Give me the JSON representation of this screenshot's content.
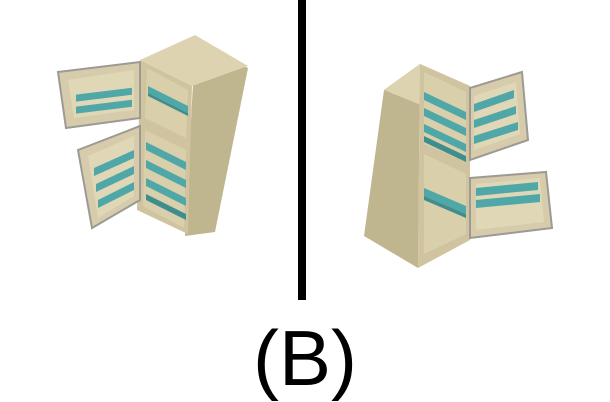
{
  "caption": "(B)",
  "colors": {
    "body": "#c9bf9a",
    "body_dark": "#b3a983",
    "body_light": "#ddd3b0",
    "interior": "#d8cfaa",
    "shelf": "#4fa7a7",
    "shelf_dark": "#3f8e8e",
    "shelf_light": "#7cc7c3",
    "door_inner": "#d6ccab",
    "door_edge": "#9c9a93",
    "divider": "#000000"
  },
  "figures": [
    {
      "name": "left-fridge"
    },
    {
      "name": "right-fridge"
    }
  ]
}
